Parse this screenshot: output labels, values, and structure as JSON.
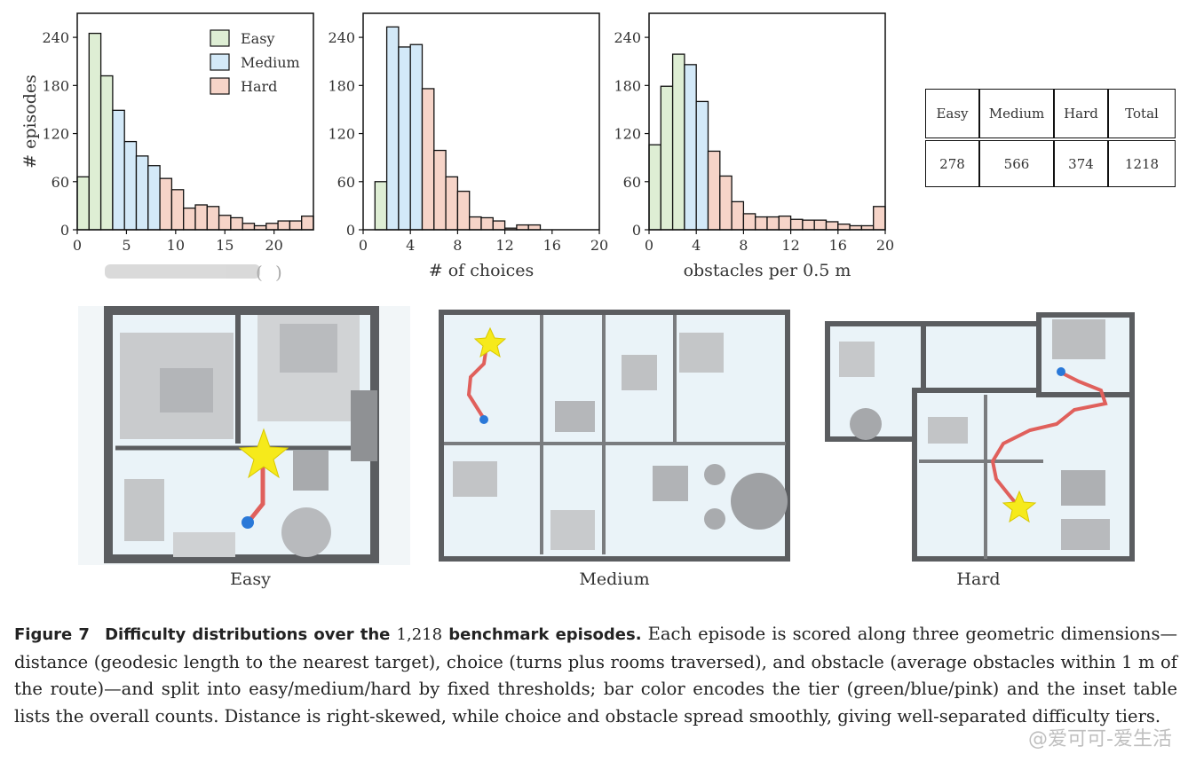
{
  "chart_data": [
    {
      "type": "bar",
      "title": "",
      "xlabel": "",
      "ylabel": "# episodes",
      "xlim": [
        0,
        24
      ],
      "ylim": [
        0,
        270
      ],
      "xticks": [
        0,
        5,
        10,
        15,
        20
      ],
      "yticks": [
        0,
        60,
        120,
        180,
        240
      ],
      "bin_width": 1.2,
      "bins": [
        {
          "x0": 0.0,
          "value": 66,
          "tier": "easy"
        },
        {
          "x0": 1.2,
          "value": 245,
          "tier": "easy"
        },
        {
          "x0": 2.4,
          "value": 192,
          "tier": "easy"
        },
        {
          "x0": 3.6,
          "value": 149,
          "tier": "medium"
        },
        {
          "x0": 4.8,
          "value": 110,
          "tier": "medium"
        },
        {
          "x0": 6.0,
          "value": 92,
          "tier": "medium"
        },
        {
          "x0": 7.2,
          "value": 80,
          "tier": "medium"
        },
        {
          "x0": 8.4,
          "value": 64,
          "tier": "hard"
        },
        {
          "x0": 9.6,
          "value": 50,
          "tier": "hard"
        },
        {
          "x0": 10.8,
          "value": 27,
          "tier": "hard"
        },
        {
          "x0": 12.0,
          "value": 31,
          "tier": "hard"
        },
        {
          "x0": 13.2,
          "value": 29,
          "tier": "hard"
        },
        {
          "x0": 14.4,
          "value": 18,
          "tier": "hard"
        },
        {
          "x0": 15.6,
          "value": 15,
          "tier": "hard"
        },
        {
          "x0": 16.8,
          "value": 8,
          "tier": "hard"
        },
        {
          "x0": 18.0,
          "value": 5,
          "tier": "hard"
        },
        {
          "x0": 19.2,
          "value": 8,
          "tier": "hard"
        },
        {
          "x0": 20.4,
          "value": 11,
          "tier": "hard"
        },
        {
          "x0": 21.6,
          "value": 11,
          "tier": "hard"
        },
        {
          "x0": 22.8,
          "value": 17,
          "tier": "hard"
        }
      ],
      "legend": {
        "placement": "top-right",
        "entries": [
          "Easy",
          "Medium",
          "Hard"
        ]
      }
    },
    {
      "type": "bar",
      "title": "",
      "xlabel": "# of choices",
      "ylabel": "",
      "xlim": [
        0,
        20
      ],
      "ylim": [
        0,
        270
      ],
      "xticks": [
        0,
        4,
        8,
        12,
        16,
        20
      ],
      "yticks": [
        0,
        60,
        120,
        180,
        240
      ],
      "bin_width": 1,
      "bins": [
        {
          "x0": 1,
          "value": 60,
          "tier": "easy"
        },
        {
          "x0": 2,
          "value": 253,
          "tier": "medium"
        },
        {
          "x0": 3,
          "value": 228,
          "tier": "medium"
        },
        {
          "x0": 4,
          "value": 231,
          "tier": "medium"
        },
        {
          "x0": 5,
          "value": 176,
          "tier": "hard"
        },
        {
          "x0": 6,
          "value": 99,
          "tier": "hard"
        },
        {
          "x0": 7,
          "value": 66,
          "tier": "hard"
        },
        {
          "x0": 8,
          "value": 48,
          "tier": "hard"
        },
        {
          "x0": 9,
          "value": 16,
          "tier": "hard"
        },
        {
          "x0": 10,
          "value": 15,
          "tier": "hard"
        },
        {
          "x0": 11,
          "value": 11,
          "tier": "hard"
        },
        {
          "x0": 12,
          "value": 2,
          "tier": "hard"
        },
        {
          "x0": 13,
          "value": 6,
          "tier": "hard"
        },
        {
          "x0": 14,
          "value": 6,
          "tier": "hard"
        }
      ]
    },
    {
      "type": "bar",
      "title": "",
      "xlabel": "obstacles per 0.5 m",
      "ylabel": "",
      "xlim": [
        0,
        20
      ],
      "ylim": [
        0,
        270
      ],
      "xticks": [
        0,
        4,
        8,
        12,
        16,
        20
      ],
      "yticks": [
        0,
        60,
        120,
        180,
        240
      ],
      "bin_width": 1,
      "bins": [
        {
          "x0": 0,
          "value": 106,
          "tier": "easy"
        },
        {
          "x0": 1,
          "value": 179,
          "tier": "easy"
        },
        {
          "x0": 2,
          "value": 219,
          "tier": "easy"
        },
        {
          "x0": 3,
          "value": 206,
          "tier": "medium"
        },
        {
          "x0": 4,
          "value": 160,
          "tier": "medium"
        },
        {
          "x0": 5,
          "value": 98,
          "tier": "hard"
        },
        {
          "x0": 6,
          "value": 67,
          "tier": "hard"
        },
        {
          "x0": 7,
          "value": 35,
          "tier": "hard"
        },
        {
          "x0": 8,
          "value": 20,
          "tier": "hard"
        },
        {
          "x0": 9,
          "value": 16,
          "tier": "hard"
        },
        {
          "x0": 10,
          "value": 16,
          "tier": "hard"
        },
        {
          "x0": 11,
          "value": 17,
          "tier": "hard"
        },
        {
          "x0": 12,
          "value": 13,
          "tier": "hard"
        },
        {
          "x0": 13,
          "value": 12,
          "tier": "hard"
        },
        {
          "x0": 14,
          "value": 12,
          "tier": "hard"
        },
        {
          "x0": 15,
          "value": 10,
          "tier": "hard"
        },
        {
          "x0": 16,
          "value": 7,
          "tier": "hard"
        },
        {
          "x0": 17,
          "value": 5,
          "tier": "hard"
        },
        {
          "x0": 18,
          "value": 5,
          "tier": "hard"
        },
        {
          "x0": 19,
          "value": 29,
          "tier": "hard"
        }
      ]
    }
  ],
  "tier_colors": {
    "easy": "#deeed4",
    "medium": "#d3e9f8",
    "hard": "#f6d4c8"
  },
  "table": {
    "headers": [
      "Easy",
      "Medium",
      "Hard",
      "Total"
    ],
    "values": [
      "278",
      "566",
      "374",
      "1218"
    ]
  },
  "panels": {
    "captions": [
      "Easy",
      "Medium",
      "Hard"
    ]
  },
  "caption": {
    "label": "Figure 7",
    "title_pre": "Difficulty distributions over the ",
    "title_num": "1,218",
    "title_post": " benchmark episodes.",
    "body": "Each episode is scored along three geometric dimensions—distance (geodesic length to the nearest target), choice (turns plus rooms traversed), and obstacle (average obstacles within 1 m of the route)—and split into easy/medium/hard by fixed thresholds; bar color encodes the tier (green/blue/pink) and the inset table lists the overall counts. Distance is right-skewed, while choice and obstacle spread smoothly, giving well-separated difficulty tiers."
  },
  "watermark": "@爱可可-爱生活"
}
